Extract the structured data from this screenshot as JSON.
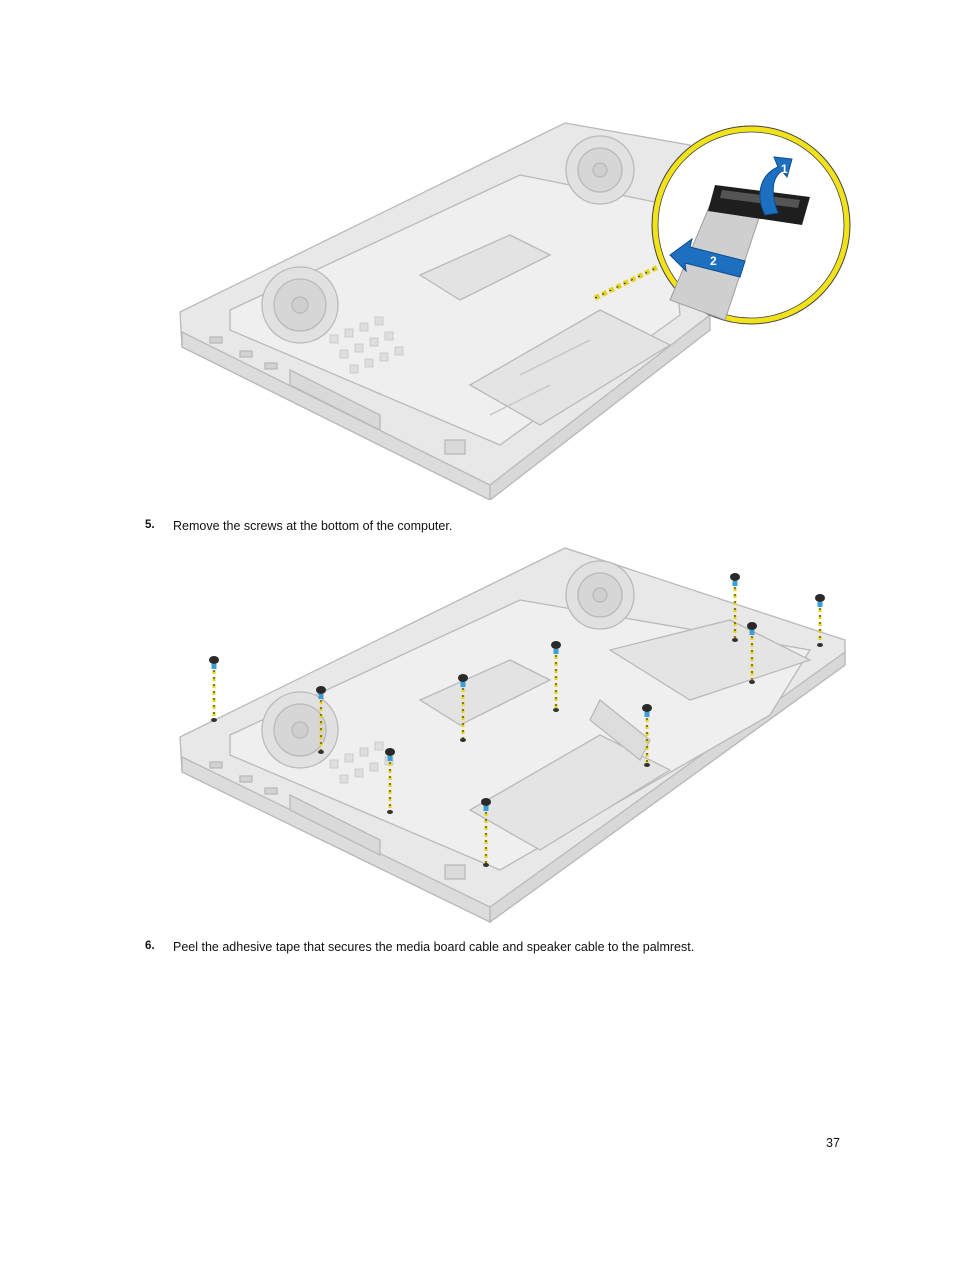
{
  "figure1": {
    "callout_labels": [
      "1",
      "2"
    ],
    "colors": {
      "highlight_ring": "#f1e21a",
      "arrow_blue": "#1d6fc0",
      "chassis": "#e6e6e6",
      "outline": "#b9b9b9"
    }
  },
  "steps": [
    {
      "number": "5.",
      "text": "Remove the screws at the bottom of the computer."
    },
    {
      "number": "6.",
      "text": "Peel the adhesive tape that secures the media board cable and speaker cable to the palmrest."
    }
  ],
  "figure2": {
    "screw_count": 10,
    "colors": {
      "screw_head": "#2a2a2a",
      "screw_tip": "#3a9fd6",
      "guide_line": "#e8d21a"
    }
  },
  "page_number": "37"
}
